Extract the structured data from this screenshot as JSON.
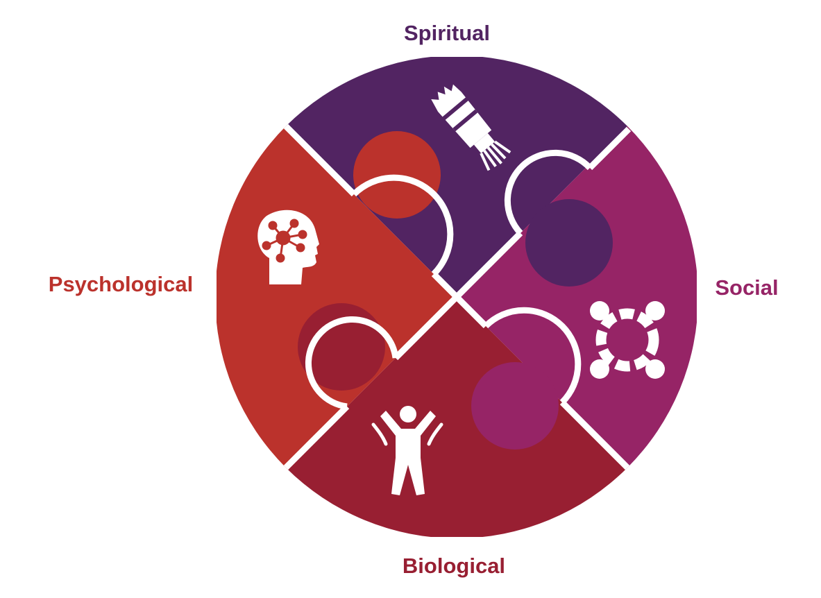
{
  "colors": {
    "spiritual": "#522462",
    "social": "#962466",
    "biological": "#981f32",
    "psychological": "#bb322c",
    "divider": "#ffffff",
    "icon": "#ffffff"
  },
  "segments": [
    {
      "id": "spiritual",
      "label": "Spiritual",
      "icon": "sage-bundle-icon"
    },
    {
      "id": "social",
      "label": "Social",
      "icon": "community-circle-icon"
    },
    {
      "id": "biological",
      "label": "Biological",
      "icon": "person-arms-raised-icon"
    },
    {
      "id": "psychological",
      "label": "Psychological",
      "icon": "head-network-icon"
    }
  ]
}
